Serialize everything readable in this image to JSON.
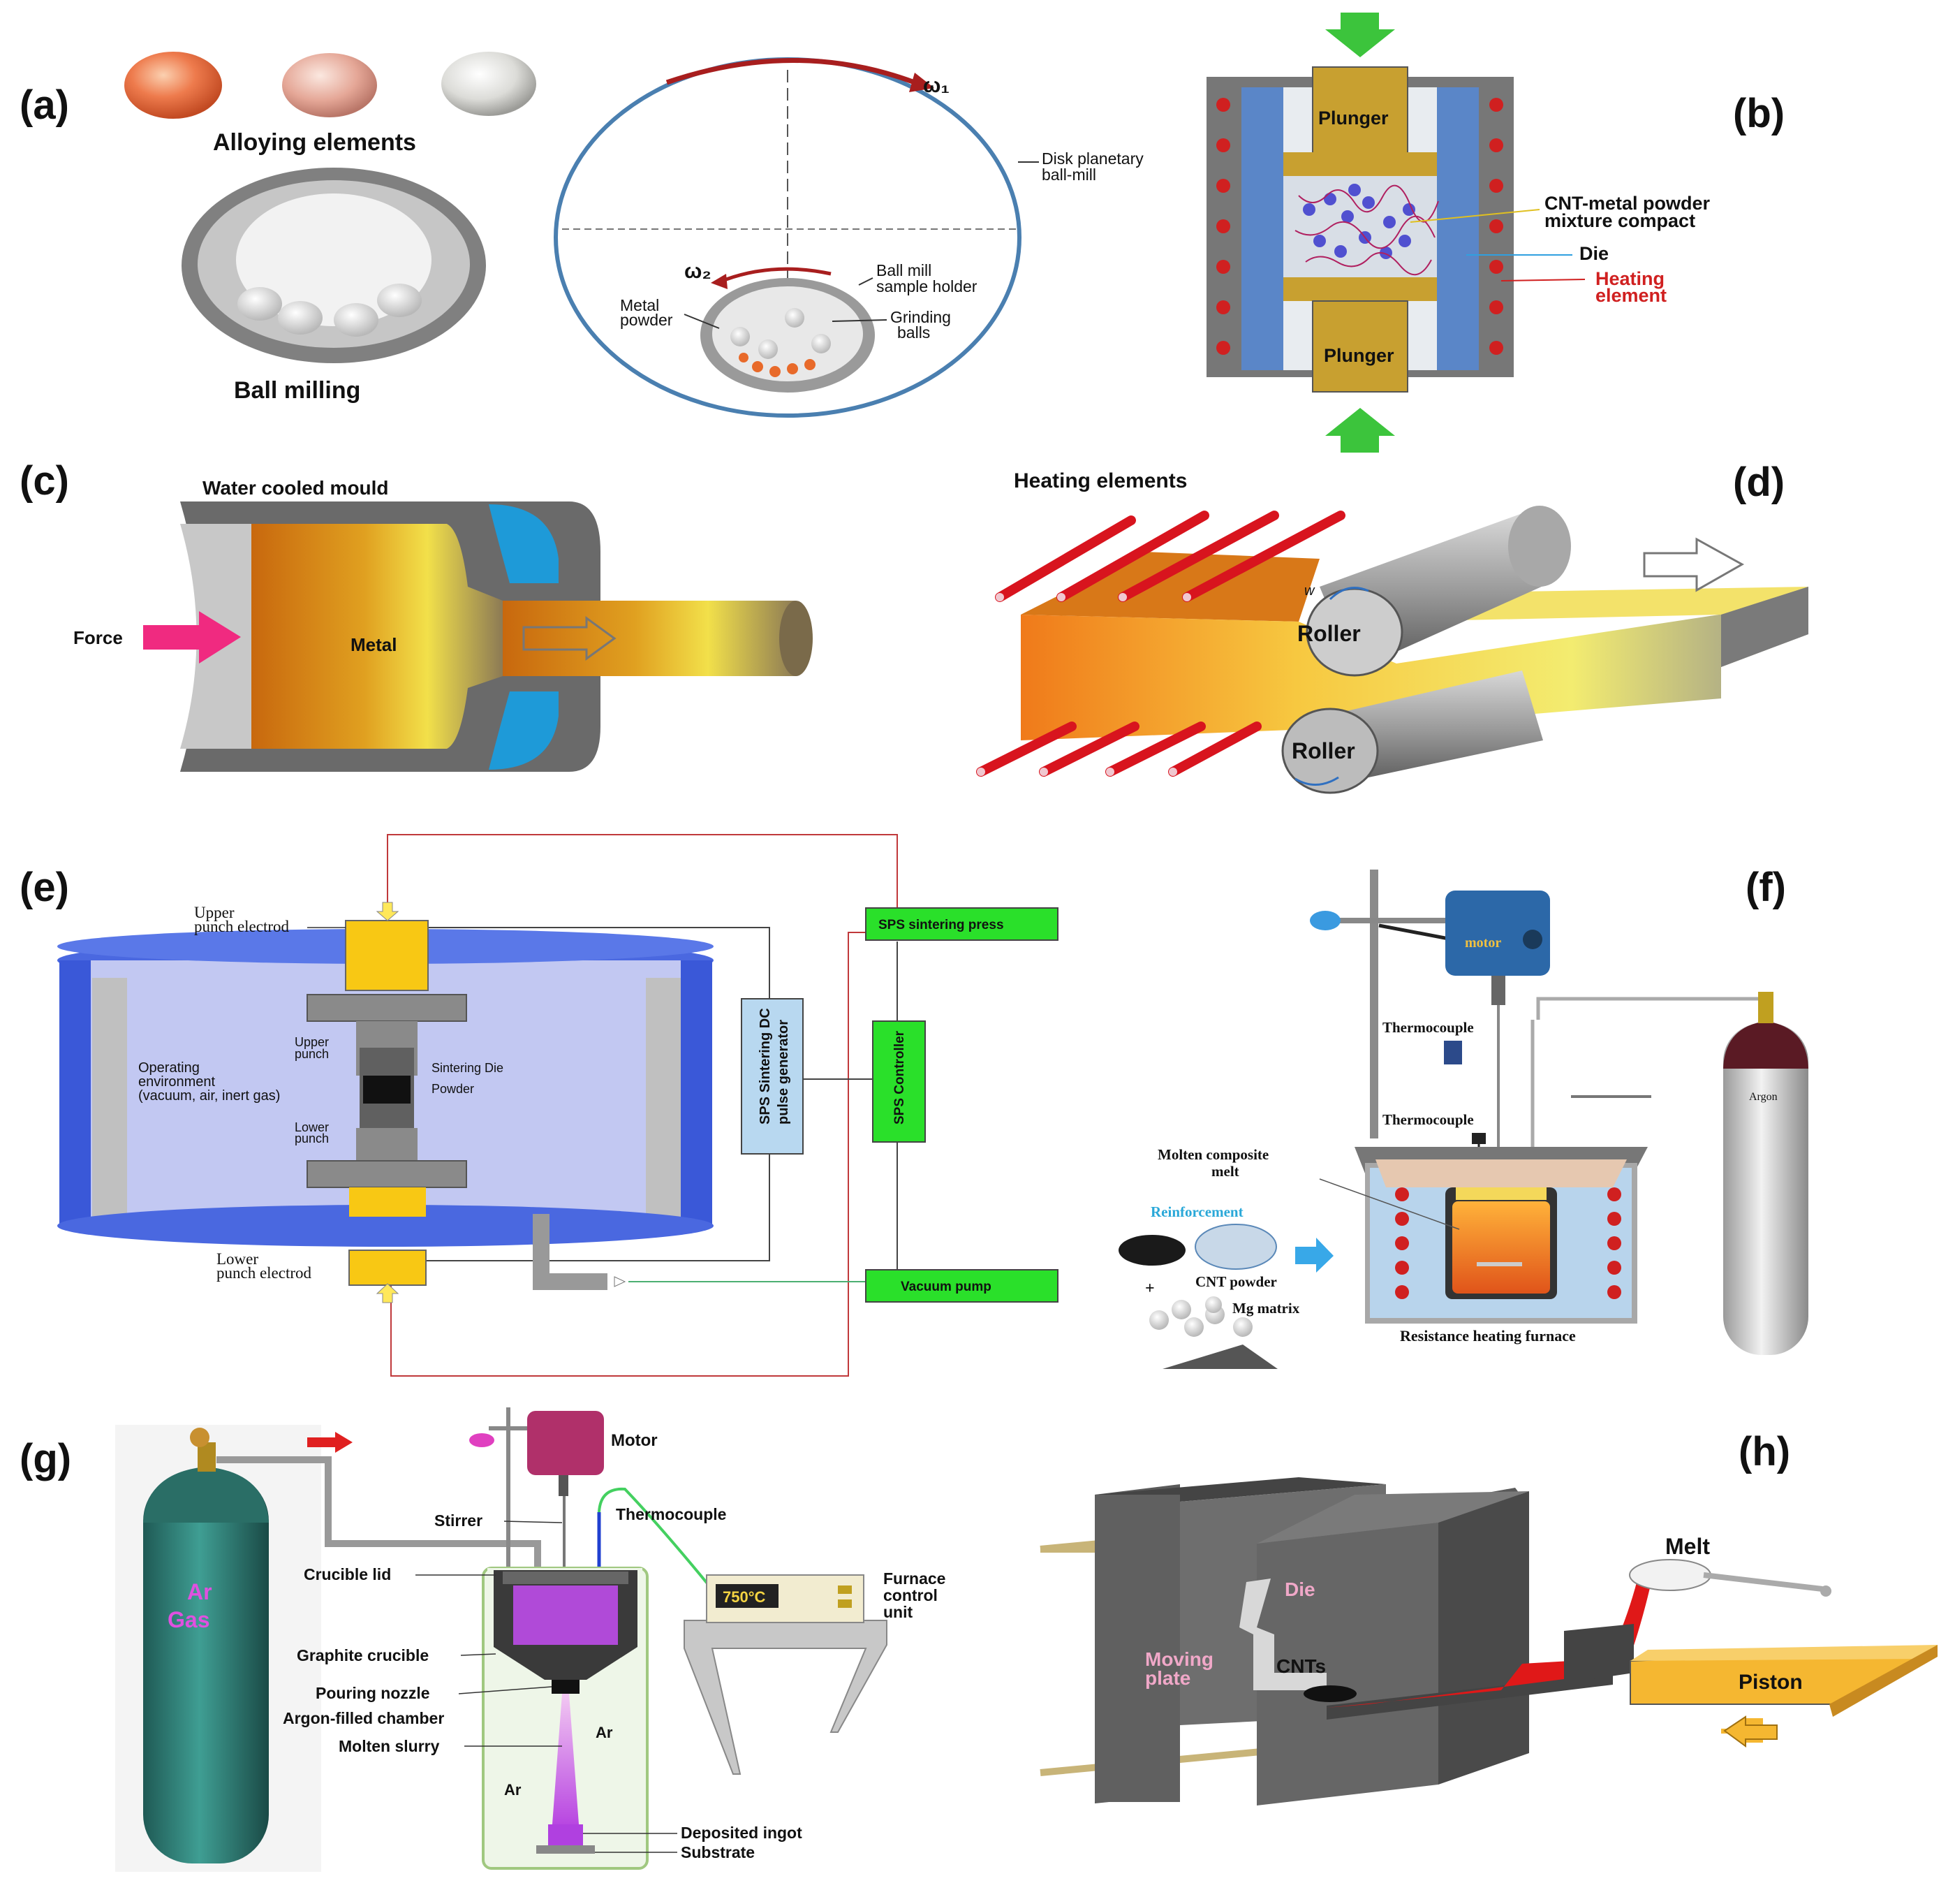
{
  "panels": [
    "(a)",
    "(b)",
    "(c)",
    "(d)",
    "(e)",
    "(f)",
    "(g)",
    "(h)"
  ],
  "a": {
    "alloying_elements": "Alloying elements",
    "ball_milling": "Ball milling",
    "w1": "ω₁",
    "w2": "ω₂",
    "disk_mill": [
      "Disk planetary",
      "ball-mill"
    ],
    "sample_holder": [
      "Ball mill",
      "sample holder"
    ],
    "metal_powder": [
      "Metal",
      "powder"
    ],
    "grinding_balls": [
      "Grinding",
      "balls"
    ]
  },
  "b": {
    "plunger_top": "Plunger",
    "plunger_bottom": "Plunger",
    "cnt_mix": [
      "CNT-metal powder",
      "mixture compact"
    ],
    "die": "Die",
    "heating": [
      "Heating",
      "element"
    ]
  },
  "c": {
    "mould": "Water cooled mould",
    "force": "Force",
    "metal": "Metal"
  },
  "d": {
    "heating_elements": "Heating elements",
    "roller_top": "Roller",
    "roller_bottom": "Roller",
    "w": "w"
  },
  "e": {
    "upper_electrode": [
      "Upper",
      "punch electrod"
    ],
    "lower_electrode": [
      "Lower",
      "punch electrod"
    ],
    "upper_punch": [
      "Upper",
      "punch"
    ],
    "lower_punch": [
      "Lower",
      "punch"
    ],
    "sintering_die": "Sintering Die",
    "powder": "Powder",
    "environment": [
      "Operating",
      "environment",
      "(vacuum, air, inert gas)"
    ],
    "pulse_gen": [
      "SPS Sintering DC",
      "pulse generator"
    ],
    "press": "SPS sintering press",
    "controller": "SPS Controller",
    "vacuum": "Vacuum pump"
  },
  "f": {
    "motor": "motor",
    "thermocouple1": "Thermocouple",
    "thermocouple2": "Thermocouple",
    "molten": [
      "Molten composite",
      "melt"
    ],
    "reinforcement": "Reinforcement",
    "cnt_powder": "CNT powder",
    "plus": "+",
    "mg_matrix": "Mg matrix",
    "furnace": "Resistance heating furnace",
    "argon": "Argon"
  },
  "g": {
    "ar_gas": [
      "Ar",
      "Gas"
    ],
    "motor": "Motor",
    "stirrer": "Stirrer",
    "thermocouple": "Thermocouple",
    "crucible_lid": "Crucible lid",
    "graphite": "Graphite crucible",
    "nozzle": "Pouring nozzle",
    "chamber": "Argon-filled chamber",
    "slurry": "Molten slurry",
    "ar1": "Ar",
    "ar2": "Ar",
    "deposited": "Deposited ingot",
    "substrate": "Substrate",
    "temp": "750°C",
    "furnace_unit": [
      "Furnace",
      "control",
      "unit"
    ]
  },
  "h": {
    "die": "Die",
    "moving_plate": [
      "Moving",
      "plate"
    ],
    "cnts": "CNTs",
    "melt": "Melt",
    "piston": "Piston"
  }
}
